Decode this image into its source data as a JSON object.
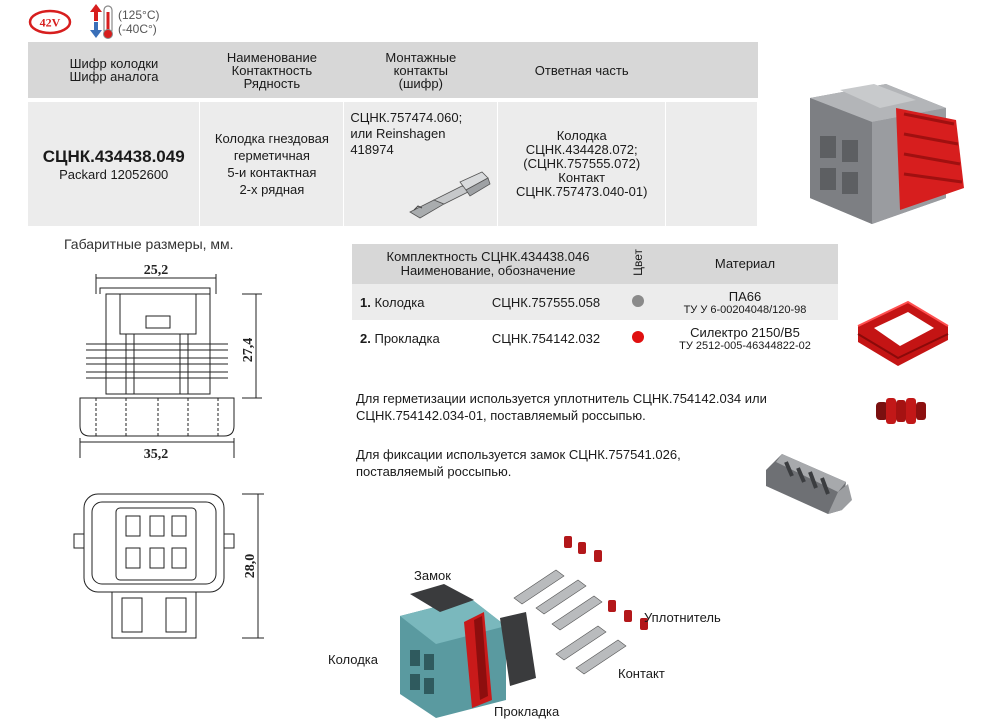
{
  "badges": {
    "voltage": "42V",
    "temp_high": "(125°C)",
    "temp_low": "(-40C°)"
  },
  "spec_table": {
    "headers": {
      "code": [
        "Шифр колодки",
        "Шифр аналога"
      ],
      "name": [
        "Наименование",
        "Контактность",
        "Рядность"
      ],
      "contacts": [
        "Монтажные",
        "контакты",
        "(шифр)"
      ],
      "mate": "Ответная часть"
    },
    "row": {
      "code": "СЦНК.434438.049",
      "analog": "Packard 12052600",
      "name": [
        "Колодка гнездовая",
        "герметичная",
        "5-и контактная",
        "2-х рядная"
      ],
      "contacts": [
        "СЦНК.757474.060;",
        "или Reinshagen",
        "418974"
      ],
      "mate": [
        "Колодка",
        "СЦНК.434428.072;",
        "(СЦНК.757555.072)",
        "Контакт",
        "СЦНК.757473.040-01)"
      ]
    }
  },
  "dimensions": {
    "title": "Габаритные размеры, мм.",
    "top_width": "25,2",
    "height": "27,4",
    "bottom_width": "35,2",
    "front_height": "28,0"
  },
  "kit_table": {
    "header_left": [
      "Комплектность СЦНК.434438.046",
      "Наименование, обозначение"
    ],
    "header_color": "Цвет",
    "header_material": "Материал",
    "rows": [
      {
        "num": "1.",
        "name": "Колодка",
        "code": "СЦНК.757555.058",
        "color": "#8a8a8a",
        "material": "ПА66",
        "spec": "ТУ У 6-00204048/120-98"
      },
      {
        "num": "2.",
        "name": "Прокладка",
        "code": "СЦНК.754142.032",
        "color": "#e01010",
        "material": "Силектро 2150/В5",
        "spec": "ТУ 2512-005-46344822-02"
      }
    ]
  },
  "notes": {
    "seal": [
      "Для герметизации используется уплотнитель СЦНК.754142.034 или",
      "СЦНК.754142.034-01, поставляемый россыпью."
    ],
    "lock": [
      "Для фиксации используется замок СЦНК.757541.026,",
      "поставляемый россыпью."
    ]
  },
  "exploded_labels": {
    "lock": "Замок",
    "housing": "Колодка",
    "gasket": "Прокладка",
    "seal": "Уплотнитель",
    "contact": "Контакт"
  },
  "colors": {
    "accent_red": "#d71e1e",
    "housing_gray": "#8f9195",
    "housing_teal": "#5a9aa0"
  }
}
